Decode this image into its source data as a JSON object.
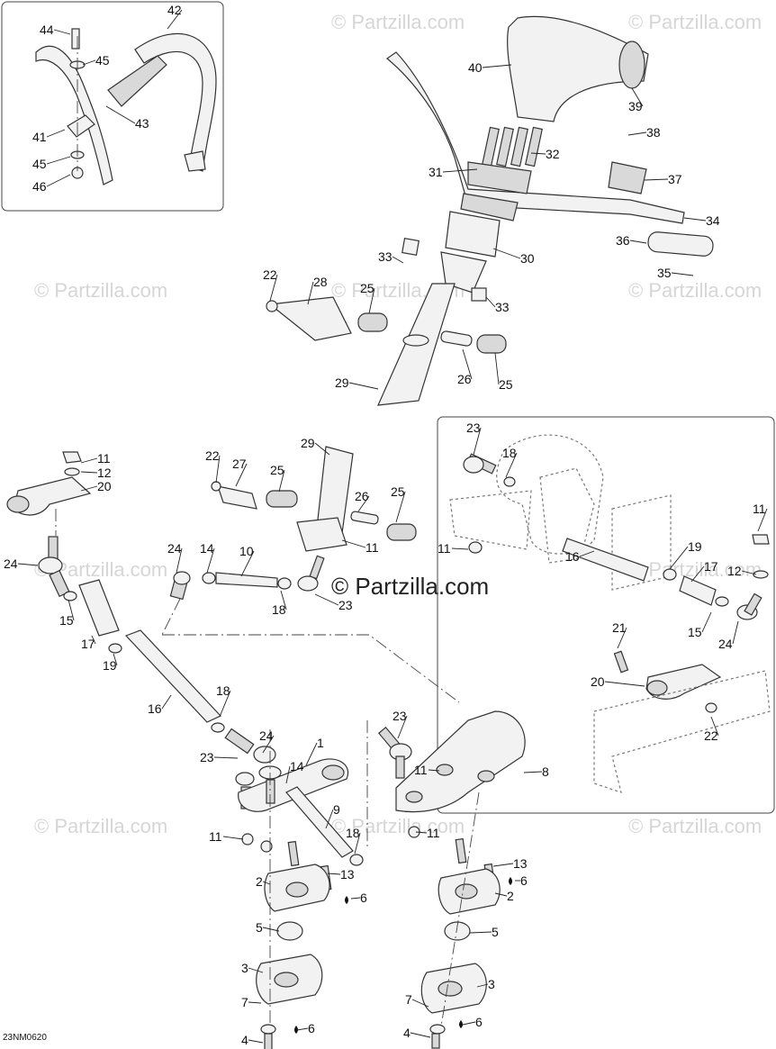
{
  "diagram_code": "23NM0620",
  "watermark_main": "© Partzilla.com",
  "watermark_faint": "© Partzilla.com",
  "callouts": [
    {
      "id": "c44",
      "text": "44"
    },
    {
      "id": "c42",
      "text": "42"
    },
    {
      "id": "c45a",
      "text": "45"
    },
    {
      "id": "c41",
      "text": "41"
    },
    {
      "id": "c43",
      "text": "43"
    },
    {
      "id": "c45b",
      "text": "45"
    },
    {
      "id": "c46",
      "text": "46"
    },
    {
      "id": "c40",
      "text": "40"
    },
    {
      "id": "c39",
      "text": "39"
    },
    {
      "id": "c38",
      "text": "38"
    },
    {
      "id": "c32",
      "text": "32"
    },
    {
      "id": "c31",
      "text": "31"
    },
    {
      "id": "c37",
      "text": "37"
    },
    {
      "id": "c34",
      "text": "34"
    },
    {
      "id": "c30",
      "text": "30"
    },
    {
      "id": "c36",
      "text": "36"
    },
    {
      "id": "c33a",
      "text": "33"
    },
    {
      "id": "c35",
      "text": "35"
    },
    {
      "id": "c22a",
      "text": "22"
    },
    {
      "id": "c28",
      "text": "28"
    },
    {
      "id": "c25a",
      "text": "25"
    },
    {
      "id": "c33b",
      "text": "33"
    },
    {
      "id": "c29a",
      "text": "29"
    },
    {
      "id": "c26a",
      "text": "26"
    },
    {
      "id": "c25b",
      "text": "25"
    },
    {
      "id": "c11a",
      "text": "11"
    },
    {
      "id": "c12a",
      "text": "12"
    },
    {
      "id": "c20a",
      "text": "20"
    },
    {
      "id": "c29b",
      "text": "29"
    },
    {
      "id": "c22b",
      "text": "22"
    },
    {
      "id": "c27",
      "text": "27"
    },
    {
      "id": "c25c",
      "text": "25"
    },
    {
      "id": "c26b",
      "text": "26"
    },
    {
      "id": "c25d",
      "text": "25"
    },
    {
      "id": "c23a",
      "text": "23"
    },
    {
      "id": "c18a",
      "text": "18"
    },
    {
      "id": "c24a",
      "text": "24"
    },
    {
      "id": "c15a",
      "text": "15"
    },
    {
      "id": "c17a",
      "text": "17"
    },
    {
      "id": "c19a",
      "text": "19"
    },
    {
      "id": "c24b",
      "text": "24"
    },
    {
      "id": "c14a",
      "text": "14"
    },
    {
      "id": "c10",
      "text": "10"
    },
    {
      "id": "c11b",
      "text": "11"
    },
    {
      "id": "c18b",
      "text": "18"
    },
    {
      "id": "c23b",
      "text": "23"
    },
    {
      "id": "c11c",
      "text": "11"
    },
    {
      "id": "c16a",
      "text": "16"
    },
    {
      "id": "c11d",
      "text": "11"
    },
    {
      "id": "c19b",
      "text": "19"
    },
    {
      "id": "c17b",
      "text": "17"
    },
    {
      "id": "c12b",
      "text": "12"
    },
    {
      "id": "c15b",
      "text": "15"
    },
    {
      "id": "c24c",
      "text": "24"
    },
    {
      "id": "c21",
      "text": "21"
    },
    {
      "id": "c20b",
      "text": "20"
    },
    {
      "id": "c22c",
      "text": "22"
    },
    {
      "id": "c16b",
      "text": "16"
    },
    {
      "id": "c18c",
      "text": "18"
    },
    {
      "id": "c24d",
      "text": "24"
    },
    {
      "id": "c23c",
      "text": "23"
    },
    {
      "id": "c1",
      "text": "1"
    },
    {
      "id": "c14b",
      "text": "14"
    },
    {
      "id": "c23d",
      "text": "23"
    },
    {
      "id": "c11e",
      "text": "11"
    },
    {
      "id": "c8",
      "text": "8"
    },
    {
      "id": "c9",
      "text": "9"
    },
    {
      "id": "c11f",
      "text": "11"
    },
    {
      "id": "c11g",
      "text": "11"
    },
    {
      "id": "c18d",
      "text": "18"
    },
    {
      "id": "c13a",
      "text": "13"
    },
    {
      "id": "c2a",
      "text": "2"
    },
    {
      "id": "c6a",
      "text": "6"
    },
    {
      "id": "c13b",
      "text": "13"
    },
    {
      "id": "c6b",
      "text": "6"
    },
    {
      "id": "c2b",
      "text": "2"
    },
    {
      "id": "c5a",
      "text": "5"
    },
    {
      "id": "c5b",
      "text": "5"
    },
    {
      "id": "c3a",
      "text": "3"
    },
    {
      "id": "c3b",
      "text": "3"
    },
    {
      "id": "c7a",
      "text": "7"
    },
    {
      "id": "c7b",
      "text": "7"
    },
    {
      "id": "c6c",
      "text": "6"
    },
    {
      "id": "c6d",
      "text": "6"
    },
    {
      "id": "c4a",
      "text": "4"
    },
    {
      "id": "c4b",
      "text": "4"
    }
  ]
}
